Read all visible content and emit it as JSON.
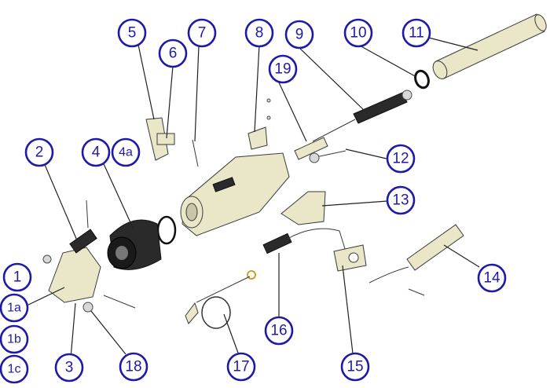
{
  "callouts": [
    {
      "id": "1",
      "label": "1"
    },
    {
      "id": "1a",
      "label": "1a"
    },
    {
      "id": "1b",
      "label": "1b"
    },
    {
      "id": "1c",
      "label": "1c"
    },
    {
      "id": "2",
      "label": "2"
    },
    {
      "id": "3",
      "label": "3"
    },
    {
      "id": "4",
      "label": "4"
    },
    {
      "id": "4a",
      "label": "4a"
    },
    {
      "id": "5",
      "label": "5"
    },
    {
      "id": "6",
      "label": "6"
    },
    {
      "id": "7",
      "label": "7"
    },
    {
      "id": "8",
      "label": "8"
    },
    {
      "id": "9",
      "label": "9"
    },
    {
      "id": "10",
      "label": "10"
    },
    {
      "id": "11",
      "label": "11"
    },
    {
      "id": "12",
      "label": "12"
    },
    {
      "id": "13",
      "label": "13"
    },
    {
      "id": "14",
      "label": "14"
    },
    {
      "id": "15",
      "label": "15"
    },
    {
      "id": "16",
      "label": "16"
    },
    {
      "id": "17",
      "label": "17"
    },
    {
      "id": "18",
      "label": "18"
    },
    {
      "id": "19",
      "label": "19"
    }
  ],
  "colors": {
    "callout": "#1f1aa6",
    "part": "#e9e7c8",
    "grip": "#2a2a2a"
  }
}
